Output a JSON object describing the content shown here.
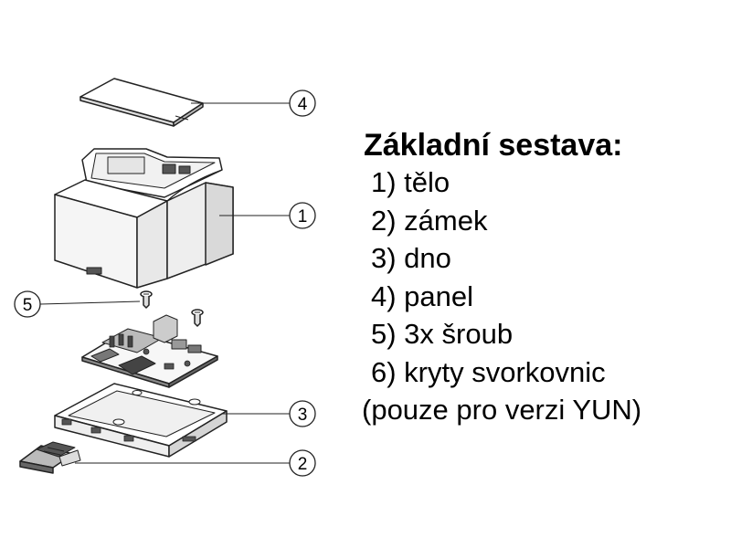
{
  "legend": {
    "title": "Základní sestava:",
    "items": [
      {
        "label": "1) tělo"
      },
      {
        "label": "2) zámek"
      },
      {
        "label": "3) dno"
      },
      {
        "label": "4) panel"
      },
      {
        "label": "5) 3x šroub"
      },
      {
        "label": "6) kryty svorkovnic"
      }
    ],
    "note": "(pouze pro verzi YUN)"
  },
  "callouts": {
    "c1": "1",
    "c2": "2",
    "c3": "3",
    "c4": "4",
    "c5": "5"
  }
}
